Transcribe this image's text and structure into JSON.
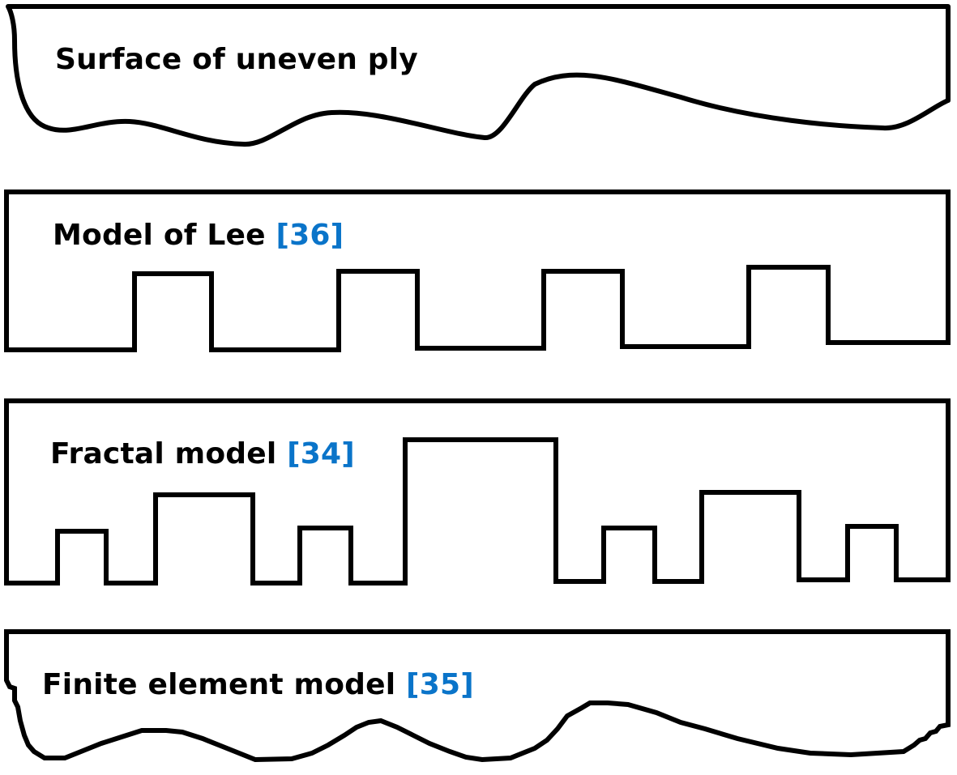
{
  "diagram": {
    "title": "Surface modelling approaches for uneven ply",
    "panels": [
      {
        "id": "surface",
        "label": "Surface of uneven ply",
        "reference": "",
        "profile": "smooth-wavy"
      },
      {
        "id": "lee",
        "label": "Model of Lee ",
        "reference": "[36]",
        "profile": "regular-rectangular-teeth"
      },
      {
        "id": "fractal",
        "label": "Fractal model ",
        "reference": "[34]",
        "profile": "multi-scale-rectangular-teeth"
      },
      {
        "id": "fem",
        "label": "Finite element model ",
        "reference": "[35]",
        "profile": "stepped-wavy"
      }
    ],
    "colors": {
      "outline": "#000000",
      "reference": "#0a74c9",
      "background": "#ffffff"
    }
  }
}
